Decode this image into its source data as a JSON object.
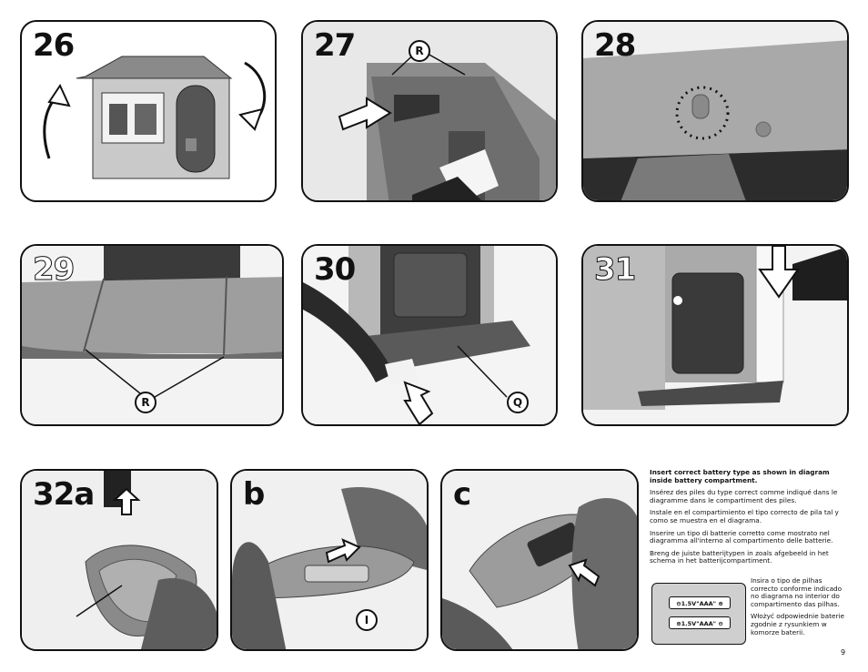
{
  "steps": {
    "s26": "26",
    "s27": "27",
    "s28": "28",
    "s29": "29",
    "s30": "30",
    "s31": "31",
    "s32a": "32a",
    "sb": "b",
    "sc": "c"
  },
  "callouts": {
    "r": "R",
    "q": "Q",
    "i": "I"
  },
  "instructions": {
    "en": "Insert correct battery type as shown in diagram inside battery compartment.",
    "fr": "Insérez des piles du type correct comme indiqué dans le diagramme dans le compartiment des piles.",
    "es": "Instale en el compartimiento el tipo correcto de pila tal y como se muestra en el diagrama.",
    "it": "Inserire un tipo di batterie corretto come mostrato nel diagramma all'interno al compartimento delle batterie.",
    "nl": "Breng de juiste batterijtypen in zoals afgebeeld in het schema in het batterijcompartiment.",
    "pt": "Insira o tipo de pilhas correcto conforme indicado no diagrama no interior do compartimento das pilhas.",
    "pl": "Włożyć odpowiednie baterie zgodnie z rysunkiem w komorze baterii."
  },
  "battery": {
    "cell1": "⊖1.5V\"AAA\" ⊕",
    "cell2": "⊕1.5V\"AAA\" ⊖"
  },
  "page_number": "9"
}
